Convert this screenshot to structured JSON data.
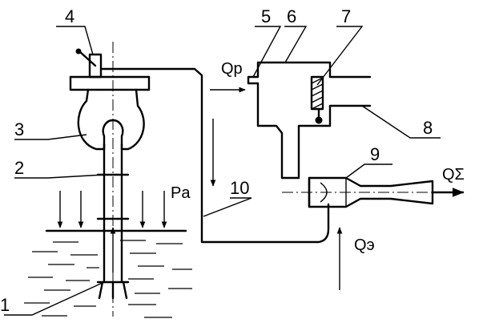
{
  "callouts": {
    "n1": "1",
    "n2": "2",
    "n3": "3",
    "n4": "4",
    "n5": "5",
    "n6": "6",
    "n7": "7",
    "n8": "8",
    "n9": "9",
    "n10": "10"
  },
  "flows": {
    "qp": "Qp",
    "pa": "Pa",
    "qe": "Qэ",
    "qsum": "QΣ"
  },
  "colors": {
    "ink": "#000000",
    "paper": "#ffffff"
  }
}
